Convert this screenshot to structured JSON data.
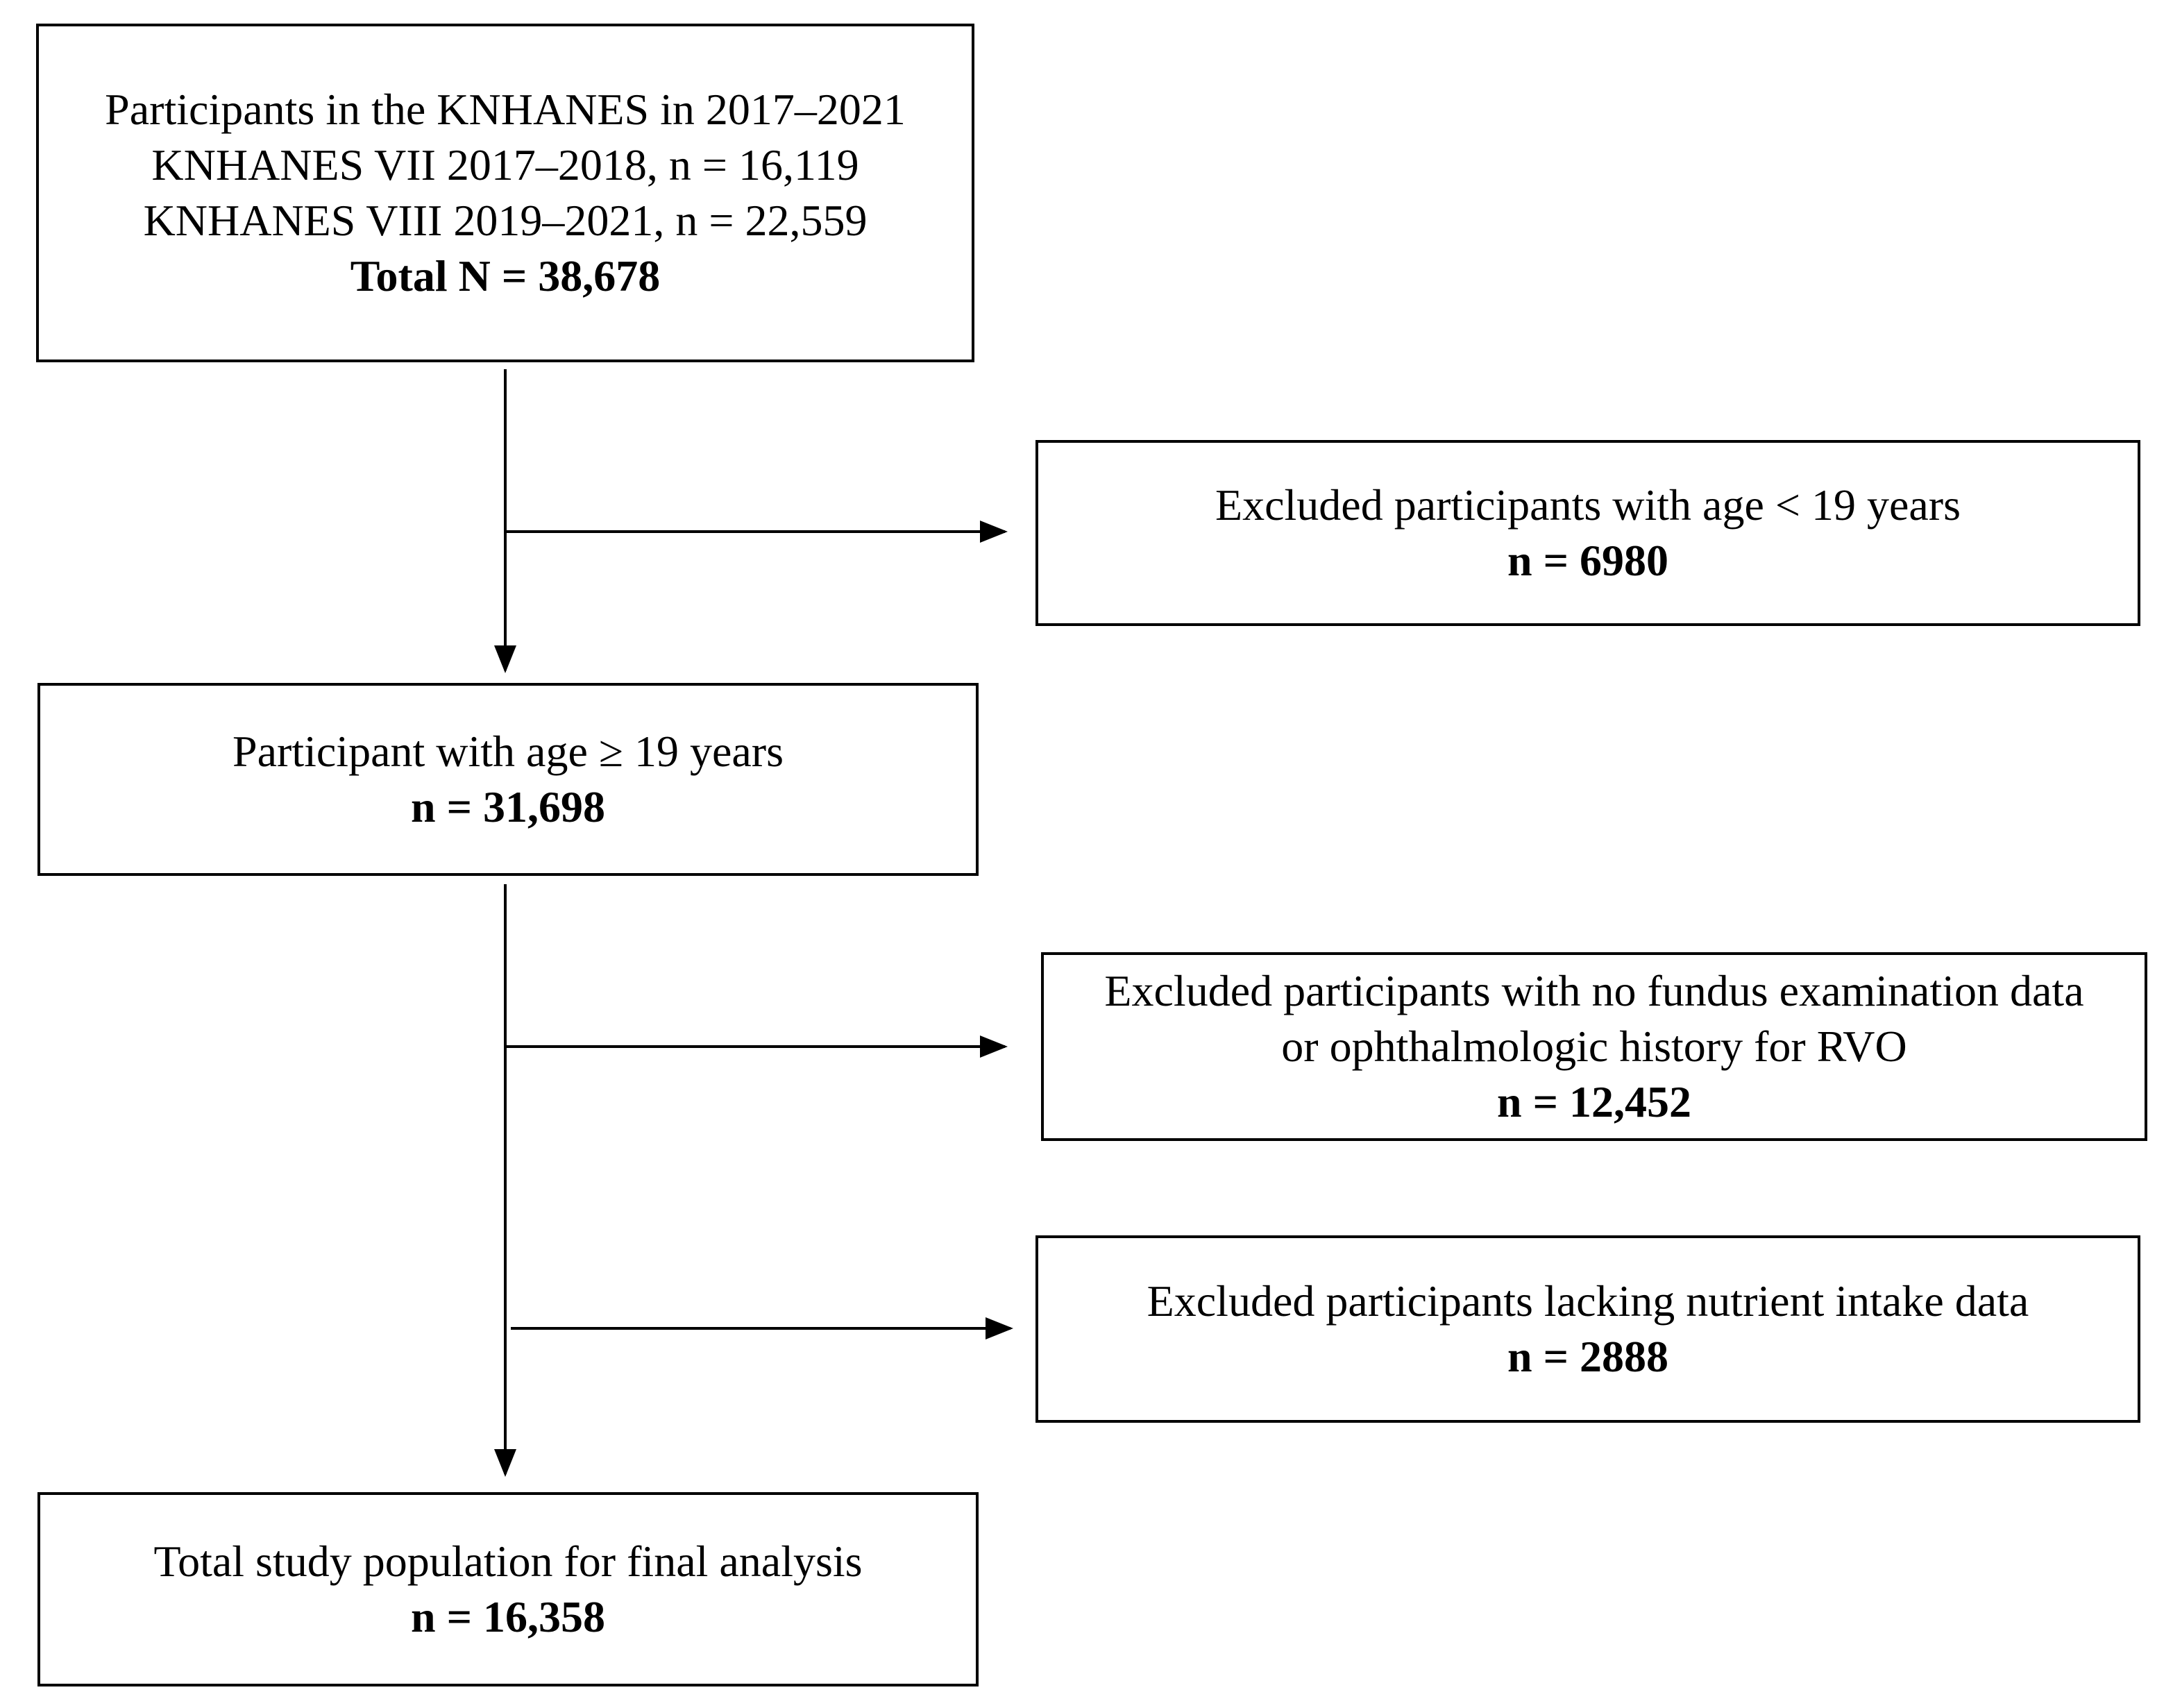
{
  "diagram": {
    "boxes": {
      "source": {
        "lines": [
          "Participants in the KNHANES in 2017–2021",
          "KNHANES VII 2017–2018,  n = 16,119",
          "KNHANES VIII 2019–2021,  n = 22,559"
        ],
        "count": "Total N =  38,678"
      },
      "exclusion_age": {
        "lines": [
          "Excluded participants with age < 19 years"
        ],
        "count": "n = 6980"
      },
      "adults": {
        "lines": [
          "Participant with age ≥ 19 years"
        ],
        "count": "n = 31,698"
      },
      "exclusion_fundus": {
        "lines": [
          "Excluded participants with no fundus examination data",
          "or ophthalmologic history for RVO"
        ],
        "count": "n = 12,452"
      },
      "exclusion_nutrient": {
        "lines": [
          "Excluded participants lacking nutrient intake data"
        ],
        "count": "n = 2888"
      },
      "final": {
        "lines": [
          "Total study population for final analysis"
        ],
        "count": "n = 16,358"
      }
    },
    "colors": {
      "stroke": "#000000",
      "background": "#ffffff",
      "text": "#000000"
    }
  }
}
